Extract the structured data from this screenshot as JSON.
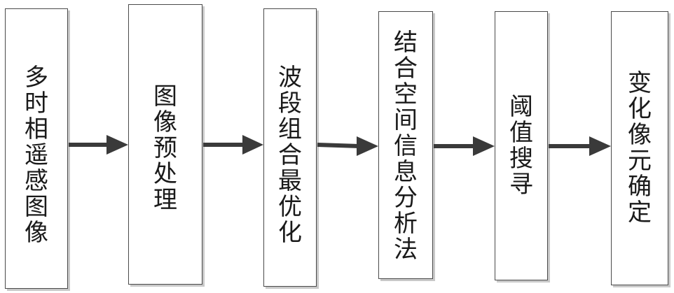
{
  "colors": {
    "box_border": "#4a4a4a",
    "box_shadow": "#c9c9c9",
    "arrow": "#3a3a3a",
    "text": "#1a1a1a"
  },
  "steps": [
    {
      "label": "多\n时\n相\n遥\n感\n图\n像"
    },
    {
      "label": "图\n像\n预\n处\n理"
    },
    {
      "label": "波\n段\n组\n合\n最\n优\n化"
    },
    {
      "label": "结\n合\n空\n间\n信\n息\n分\n析\n法"
    },
    {
      "label": "阈\n值\n搜\n寻"
    },
    {
      "label": "变\n化\n像\n元\n确\n定"
    }
  ]
}
